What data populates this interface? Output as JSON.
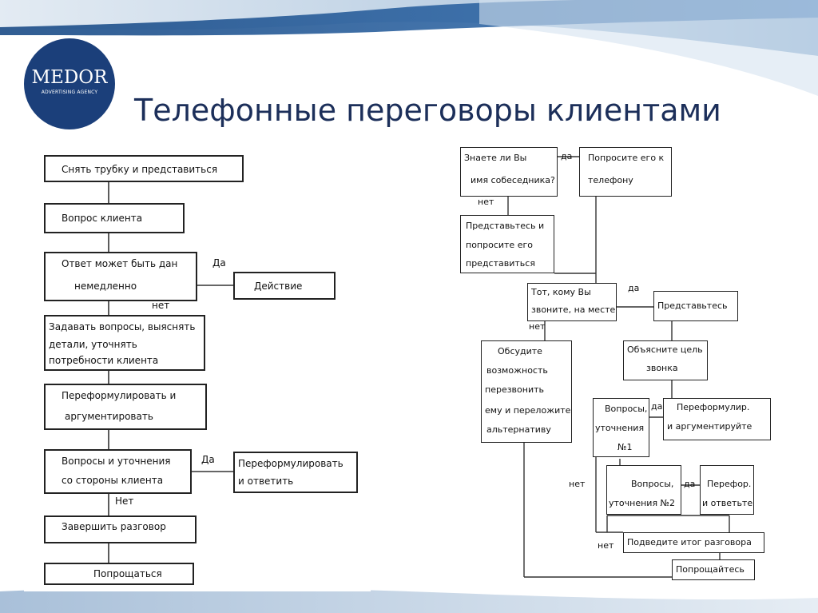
{
  "title": "Телефонные переговоры клиентами",
  "logo": {
    "brand": "MEDOR",
    "sub": "ADVERTISING AGENCY"
  },
  "left": {
    "b1": "Снять трубку и представиться",
    "b2": "Вопрос клиента",
    "b3_l1": "Ответ может быть дан",
    "b3_l2": "немедленно",
    "b4": "Действие",
    "b5_l1": "Задавать вопросы, выяснять",
    "b5_l2": "детали, уточнять",
    "b5_l3": "потребности клиента",
    "b6_l1": "Переформулировать и",
    "b6_l2": "аргументировать",
    "b7_l1": "Вопросы и уточнения",
    "b7_l2": "со стороны клиента",
    "b8_l1": "Переформулировать",
    "b8_l2": "и ответить",
    "b9": "Завершить разговор",
    "b10": "Попрощаться",
    "da1": "Да",
    "net1": "нет",
    "da2": "Да",
    "net2": "Нет"
  },
  "right": {
    "r1_l1": "Знаете ли Вы",
    "r1_l2": "имя собеседника?",
    "r2_l1": "Попросите его к",
    "r2_l2": "телефону",
    "r3_l1": "Представьтесь и",
    "r3_l2": "попросите его",
    "r3_l3": "представиться",
    "r4_l1": "Тот, кому Вы",
    "r4_l2": "звоните, на месте",
    "r5": "Представьтесь",
    "r6_l1": "Обсудите",
    "r6_l2": "возможность",
    "r6_l3": "перезвонить",
    "r6_l4": "ему и переложите",
    "r6_l5": "альтернативу",
    "r7_l1": "Объясните цель",
    "r7_l2": "звонка",
    "r8_l1": "Вопросы,",
    "r8_l2": "уточнения",
    "r8_l3": "№1",
    "r9_l1": "Переформулир.",
    "r9_l2": "и аргументируйте",
    "r10_l1": "Вопросы,",
    "r10_l2": "уточнения №2",
    "r11_l1": "Перефор.",
    "r11_l2": "и ответьте",
    "r12": "Подведите итог разговора",
    "r13": "Попрощайтесь",
    "da1": "да",
    "net1": "нет",
    "da2": "да",
    "net2": "нет",
    "da3": "да",
    "da4": "да",
    "net3": "нет",
    "net4": "нет"
  }
}
